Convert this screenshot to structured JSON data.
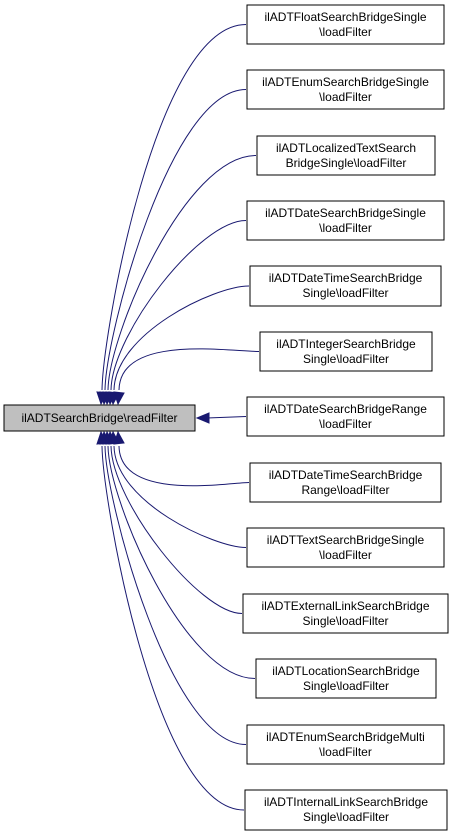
{
  "root": {
    "label": "ilADTSearchBridge\\readFilter",
    "fill": "#bfbfbf"
  },
  "callers": [
    {
      "lines": [
        "ilADTFloatSearchBridgeSingle",
        "\\loadFilter"
      ]
    },
    {
      "lines": [
        "ilADTEnumSearchBridgeSingle",
        "\\loadFilter"
      ]
    },
    {
      "lines": [
        "ilADTLocalizedTextSearch",
        "BridgeSingle\\loadFilter"
      ]
    },
    {
      "lines": [
        "ilADTDateSearchBridgeSingle",
        "\\loadFilter"
      ]
    },
    {
      "lines": [
        "ilADTDateTimeSearchBridge",
        "Single\\loadFilter"
      ]
    },
    {
      "lines": [
        "ilADTIntegerSearchBridge",
        "Single\\loadFilter"
      ]
    },
    {
      "lines": [
        "ilADTDateSearchBridgeRange",
        "\\loadFilter"
      ]
    },
    {
      "lines": [
        "ilADTDateTimeSearchBridge",
        "Range\\loadFilter"
      ]
    },
    {
      "lines": [
        "ilADTTextSearchBridgeSingle",
        "\\loadFilter"
      ]
    },
    {
      "lines": [
        "ilADTExternalLinkSearchBridge",
        "Single\\loadFilter"
      ]
    },
    {
      "lines": [
        "ilADTLocationSearchBridge",
        "Single\\loadFilter"
      ]
    },
    {
      "lines": [
        "ilADTEnumSearchBridgeMulti",
        "\\loadFilter"
      ]
    },
    {
      "lines": [
        "ilADTInternalLinkSearchBridge",
        "Single\\loadFilter"
      ]
    }
  ],
  "colors": {
    "edge": "#191970",
    "node_border": "#000000",
    "node_fill": "#ffffff"
  }
}
